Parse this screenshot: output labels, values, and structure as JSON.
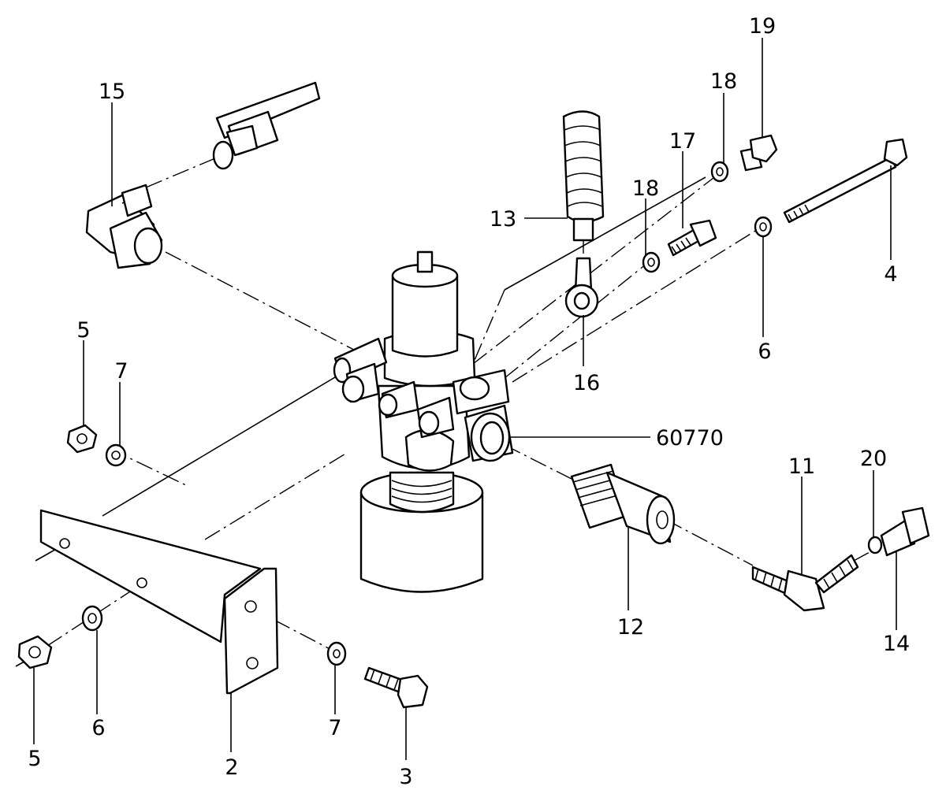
{
  "callouts": {
    "c15": "15",
    "c13": "13",
    "c18a": "18",
    "c19": "19",
    "c17": "17",
    "c18b": "18",
    "c4": "4",
    "c6a": "6",
    "c16": "16",
    "c5a": "5",
    "c7a": "7",
    "c60770": "60770",
    "c11": "11",
    "c20": "20",
    "c12": "12",
    "c14": "14",
    "c6b": "6",
    "c7b": "7",
    "c5b": "5",
    "c2": "2",
    "c3": "3"
  }
}
